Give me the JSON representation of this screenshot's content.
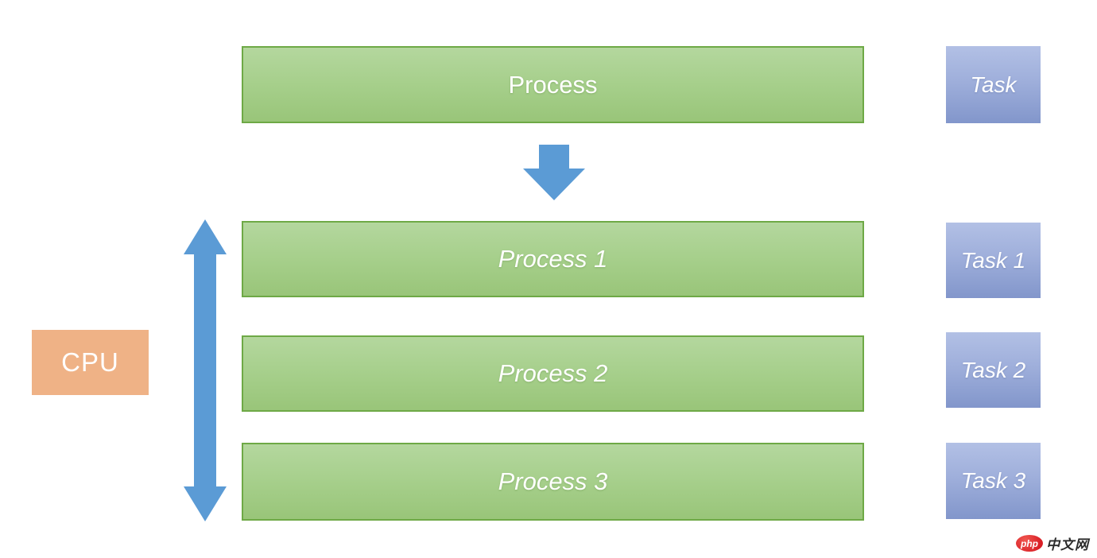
{
  "diagram": {
    "top_process": {
      "label": "Process"
    },
    "processes": [
      {
        "label": "Process 1"
      },
      {
        "label": "Process 2"
      },
      {
        "label": "Process 3"
      }
    ],
    "top_task": {
      "label": "Task"
    },
    "tasks": [
      {
        "label": "Task 1"
      },
      {
        "label": "Task 2"
      },
      {
        "label": "Task 3"
      }
    ],
    "cpu": {
      "label": "CPU"
    },
    "colors": {
      "process_fill_top": "#b4d79e",
      "process_fill_bottom": "#99c579",
      "process_border": "#6ea946",
      "task_fill_top": "#b2c0e5",
      "task_fill_bottom": "#8296cb",
      "cpu_fill": "#efb286",
      "arrow_blue": "#5b9bd5",
      "text_white": "#ffffff"
    },
    "watermark": {
      "badge_text": "php",
      "site_text": "中文网"
    }
  }
}
